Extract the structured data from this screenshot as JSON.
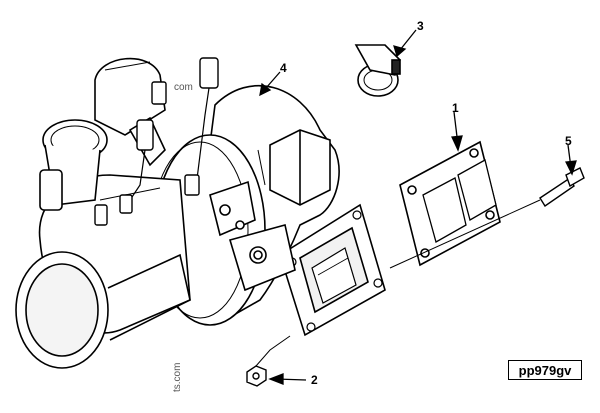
{
  "callouts": [
    {
      "id": "1",
      "label": "1"
    },
    {
      "id": "2",
      "label": "2"
    },
    {
      "id": "3",
      "label": "3"
    },
    {
      "id": "4",
      "label": "4"
    },
    {
      "id": "5",
      "label": "5"
    }
  ],
  "reference_code": "pp979gv",
  "watermark_top": "com",
  "watermark_bottom": "ts.com"
}
